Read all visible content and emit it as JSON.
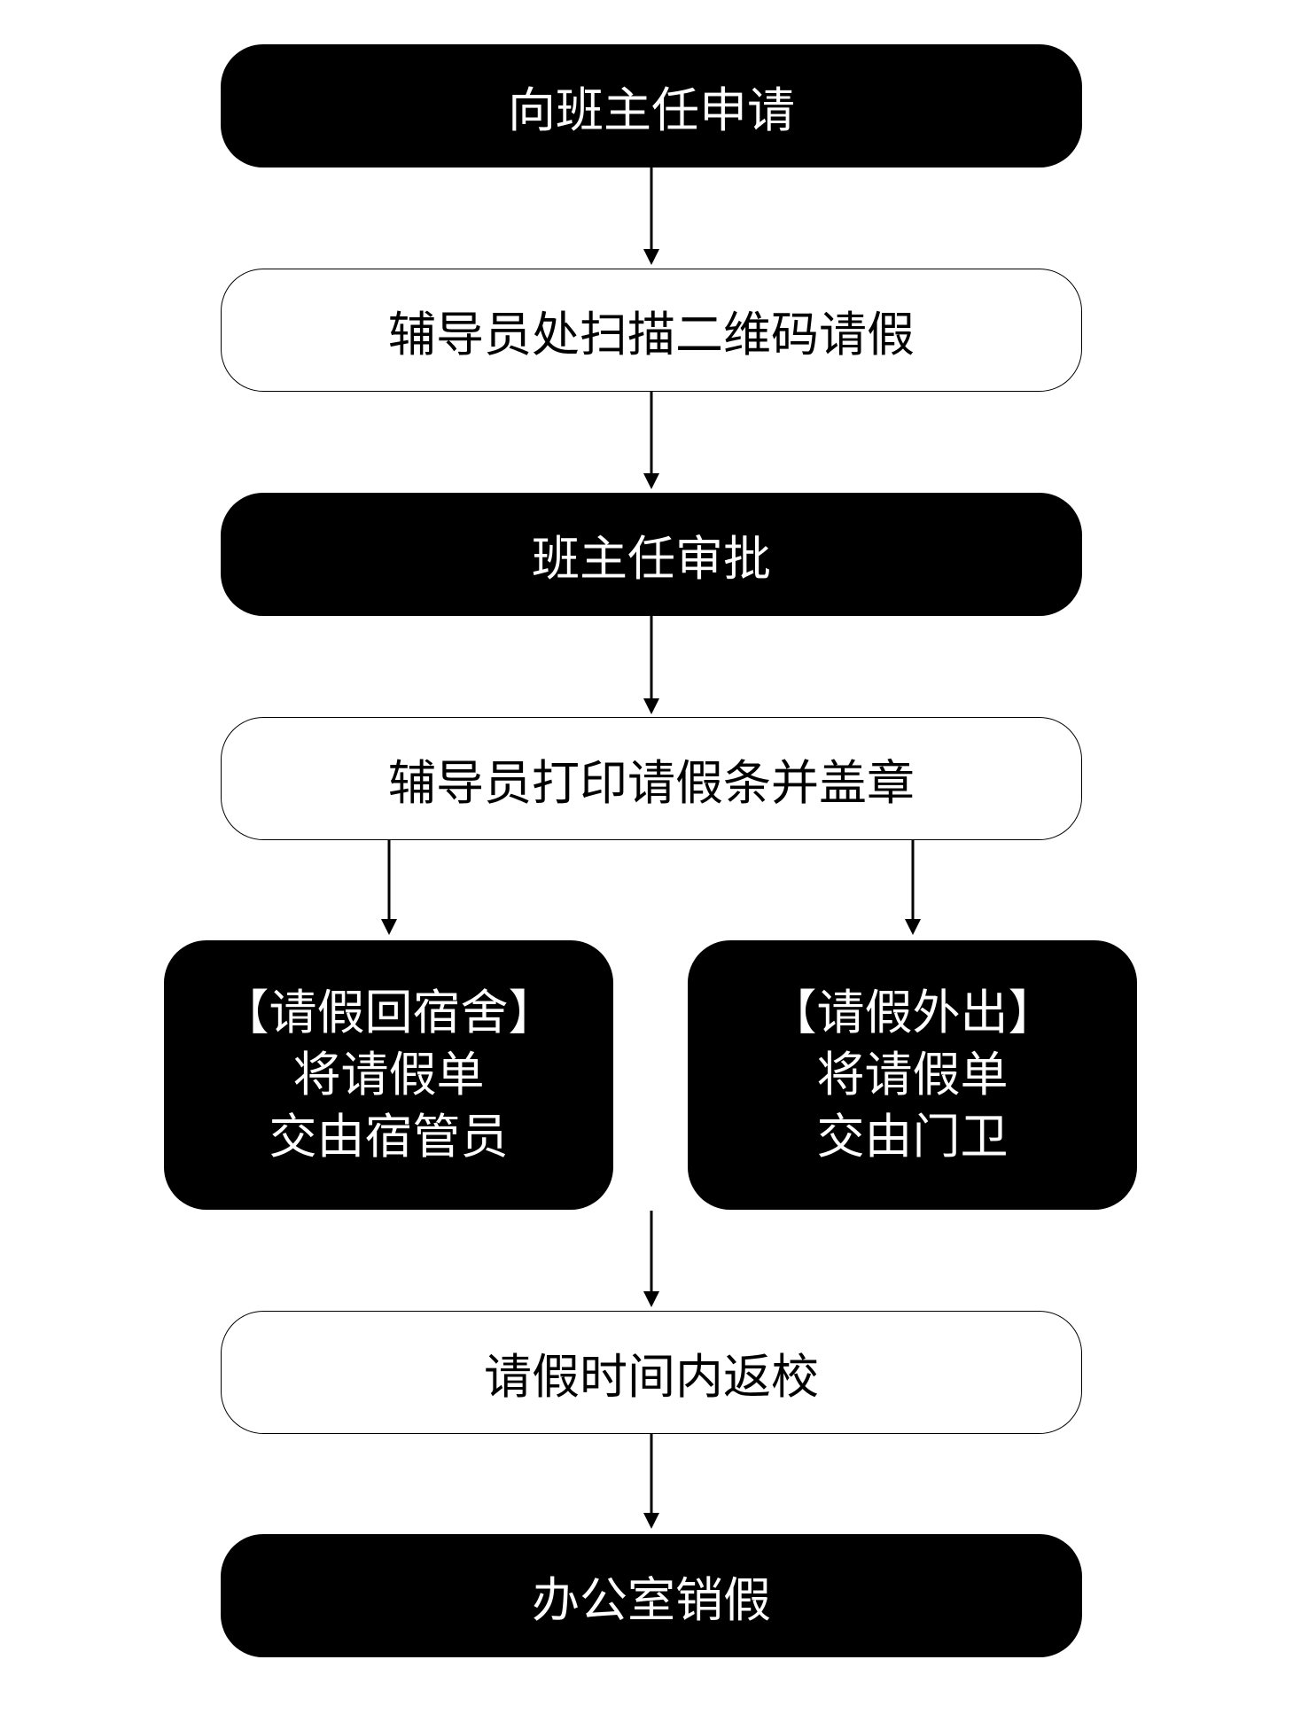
{
  "steps": [
    {
      "label": "向班主任申请",
      "style": "dark"
    },
    {
      "label": "辅导员处扫描二维码请假",
      "style": "light"
    },
    {
      "label": "班主任审批",
      "style": "dark"
    },
    {
      "label": "辅导员打印请假条并盖章",
      "style": "light"
    }
  ],
  "branches": [
    {
      "lines": [
        "【请假回宿舍】",
        "将请假单",
        "交由宿管员"
      ],
      "style": "dark"
    },
    {
      "lines": [
        "【请假外出】",
        "将请假单",
        "交由门卫"
      ],
      "style": "dark"
    }
  ],
  "final_steps": [
    {
      "label": "请假时间内返校",
      "style": "light"
    },
    {
      "label": "办公室销假",
      "style": "dark"
    }
  ]
}
